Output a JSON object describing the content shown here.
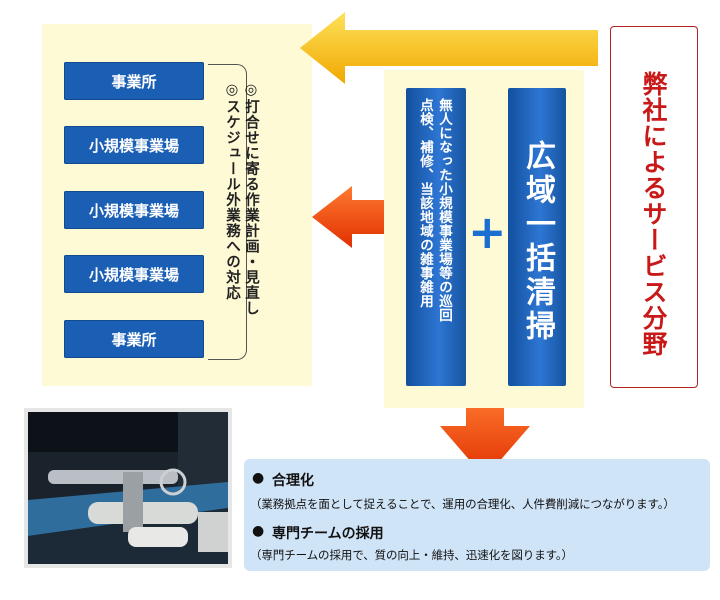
{
  "left": {
    "sites": [
      "事業所",
      "小規模事業場",
      "小規模事業場",
      "小規模事業場",
      "事業所"
    ],
    "notes": [
      "◎打合せに寄る作業計画・見直し",
      "◎スケジュール外業務への対応"
    ]
  },
  "middle": {
    "vertical_desc": [
      "無人になった小規模事業場等の巡回",
      "点検、補修、当該地域の雑事雑用"
    ],
    "plus": "+",
    "main_label": "広域一括清掃"
  },
  "service": {
    "label": "弊社によるサービス分野"
  },
  "benefits": {
    "item1_title": "合理化",
    "item1_desc": "（業務拠点を面として捉えることで、運用の合理化、人件費削減につながります。）",
    "item2_title": "専門チームの採用",
    "item2_desc": "（専門チームの採用で、質の向上・維持、迅速化を図ります。）",
    "bullet": "●"
  },
  "colors": {
    "panel": "#fefad6",
    "site_blue": "#1a5fb4",
    "arrow_yellow": "#f8c010",
    "arrow_red": "#f04010",
    "service_red": "#c81818",
    "benefit_bg": "#d0e4f7"
  }
}
